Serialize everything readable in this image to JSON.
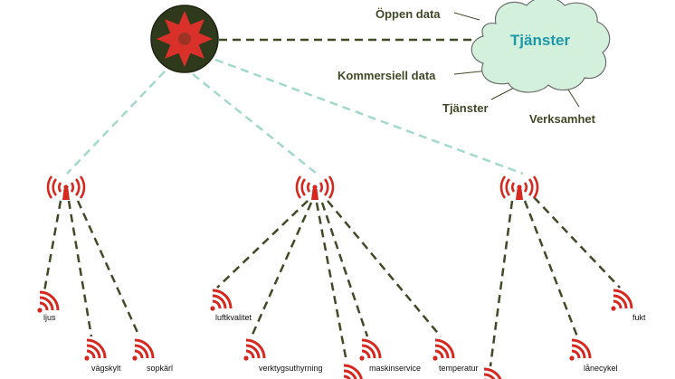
{
  "diagram": {
    "hub_icon": "star-gear-icon",
    "cloud": {
      "title": "Tjänster"
    },
    "cloud_labels": {
      "open_data": "Öppen data",
      "commercial_data": "Kommersiell data",
      "services": "Tjänster",
      "business": "Verksamhet"
    },
    "gateways": [
      "left",
      "middle",
      "right"
    ],
    "sensors": {
      "ljus": "ljus",
      "vagskylt": "vägskylt",
      "sopkarl": "sopkärl",
      "luftkvalitet": "luftkvalitet",
      "verktygsuthyrning": "verktygsuthyrning",
      "maskinservice": "maskinservice",
      "temperatur": "temperatur",
      "fukt": "fukt",
      "lanecykel": "lånecykel"
    },
    "colors": {
      "hub_fill": "#2f3a1c",
      "hub_star": "#d9302a",
      "cloud_fill": "#d3f0dd",
      "cloud_stroke": "#6d6d6d",
      "cloud_title": "#1f98a8",
      "dashed_main": "#3f4a26",
      "dashed_light": "#a3d8cc",
      "signal_red": "#d6281f"
    }
  }
}
